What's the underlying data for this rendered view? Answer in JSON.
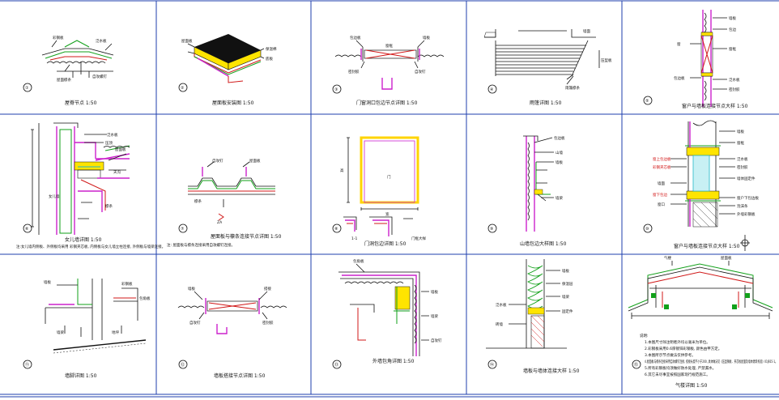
{
  "sheet": {
    "colors": {
      "frame": "#1f3fae",
      "line": "#111111",
      "green": "#12a01a",
      "magenta": "#cc22cc",
      "red": "#d01818",
      "yellow": "#d8c400",
      "cyan": "#22b8c8"
    }
  },
  "details": [
    {
      "num": "①",
      "caption": "屋脊节点 1:50"
    },
    {
      "num": "②",
      "caption": "屋面板安装图 1:50"
    },
    {
      "num": "③",
      "caption": "门窗洞口包边节点详图 1:50"
    },
    {
      "num": "④",
      "caption": "雨篷详图 1:50"
    },
    {
      "num": "⑤",
      "caption": "窗户与墙板连接节点大样 1:50"
    },
    {
      "num": "⑥",
      "caption": "女儿墙详图 1:50"
    },
    {
      "num": "⑦",
      "caption": "屋面板与檩条连接节点详图 1:50"
    },
    {
      "num": "⑧",
      "caption": "门洞包边详图 1:50"
    },
    {
      "num": "⑨",
      "caption": "山墙包边大样图 1:50"
    },
    {
      "num": "⑩",
      "caption": "窗户与墙板连接节点大样 1:50"
    },
    {
      "num": "⑪",
      "caption": "墙脚详图 1:50"
    },
    {
      "num": "⑫",
      "caption": "墙板搭接节点详图 1:50"
    },
    {
      "num": "⑬",
      "caption": "外墙包角详图 1:50"
    },
    {
      "num": "⑭",
      "caption": "墙板与墙体连接大样 1:50"
    },
    {
      "num": "⑮",
      "caption": "气楼详图 1:50"
    }
  ],
  "detail6_note": "注:女儿墙内侧板、外侧板均采用 彩钢夹芯板, 内侧板与女儿墙立柱连接, 外侧板与墙梁连接。",
  "detail7_note": "注: 屋面板与檩条连接采用自攻螺钉连接。",
  "detail10_labels": [
    "墙板",
    "窗框",
    "泛水板",
    "密封胶",
    "墙体固定件",
    "窗户下包边板",
    "泡沫条",
    "外墙彩钢板",
    "墙面",
    "窗口"
  ],
  "detail10_red_labels": [
    "窗上包边板",
    "彩钢夹芯板",
    "窗下包边"
  ],
  "notes": {
    "heading": "说明:",
    "lines": [
      "1.本图尺寸除注明者外均以毫米为单位。",
      "2.彩钢板采用0.6厚镀锌彩钢板, 颜色由甲方定。",
      "3.本图所示节点做法仅供参考。",
      "4.屋面板与檩条连接采用自攻螺钉连接, 搭接长度不小于200, 具体做法见《压型钢板、夹芯板屋面及墙体建筑构造》01J925-1。",
      "5.所有彩钢板均须做好防水处理, 严禁漏水。",
      "6.其它未尽事宜按照国家现行规范施工。"
    ]
  }
}
